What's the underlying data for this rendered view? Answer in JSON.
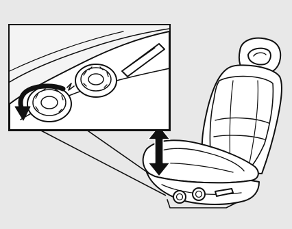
{
  "figure": {
    "background_color": "#e8e8e8",
    "line_color": "#111111",
    "fill_color": "#ffffff",
    "inset_fill_color": "#f4f4f4",
    "parts": [
      "inset-detail-panel",
      "seat-knob-height",
      "seat-knob-recline",
      "seat-slide-lever",
      "rotation-arrow-icon",
      "up-down-arrow-icon",
      "seat-backrest",
      "seat-headrest",
      "seat-cushion"
    ]
  }
}
